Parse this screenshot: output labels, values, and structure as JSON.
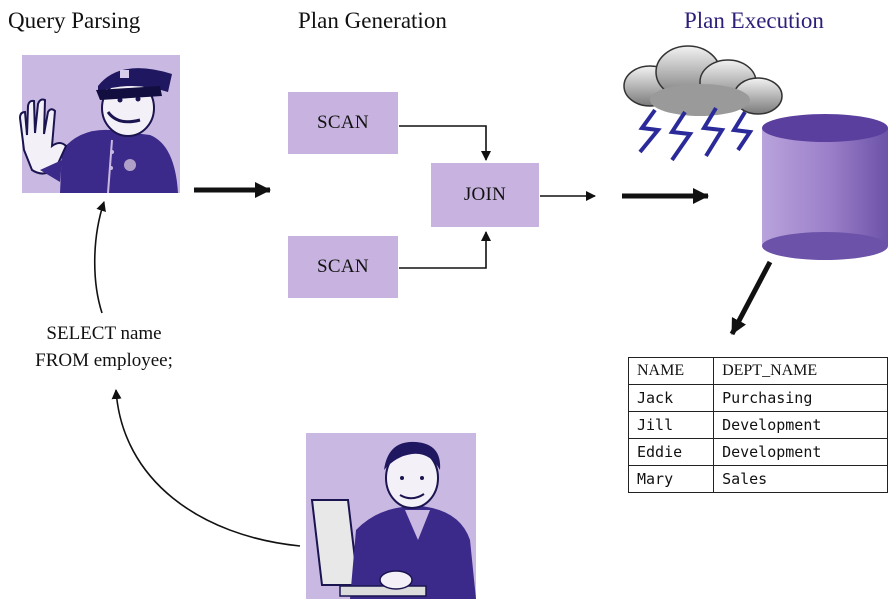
{
  "headings": {
    "parsing": "Query Parsing",
    "generation": "Plan Generation",
    "execution": "Plan Execution",
    "execution_color": "#2c1f7a"
  },
  "plan_nodes": {
    "scan_top": "SCAN",
    "join": "JOIN",
    "scan_bottom": "SCAN"
  },
  "query": {
    "line1": "SELECT name",
    "line2": "FROM employee;"
  },
  "result_table": {
    "columns": [
      "NAME",
      "DEPT_NAME"
    ],
    "rows": [
      [
        "Jack",
        "Purchasing"
      ],
      [
        "Jill",
        "Development"
      ],
      [
        "Eddie",
        "Development"
      ],
      [
        "Mary",
        "Sales"
      ]
    ]
  },
  "illustrations": {
    "parser": "police-officer-icon",
    "executor": "storm-cloud-icon",
    "storage": "database-icon",
    "user": "user-at-computer-icon"
  },
  "colors": {
    "box_fill": "#c8b3e0",
    "illustration_bg": "#c9b9e2",
    "figure_purple": "#3b2a8a",
    "lightning": "#2a2a9a"
  }
}
